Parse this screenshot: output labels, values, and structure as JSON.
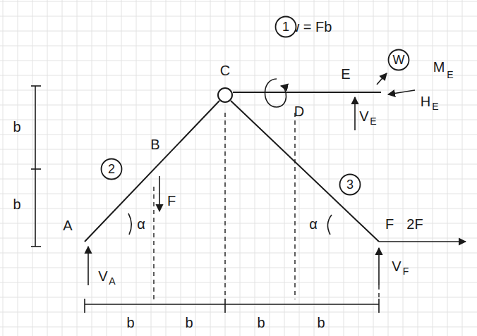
{
  "diagram": {
    "nodes": [
      {
        "text": [
          "1"
        ]
      },
      {
        "text": [
          "W"
        ]
      },
      {
        "text": [
          "2"
        ]
      },
      {
        "text": [
          "3"
        ]
      }
    ],
    "labels": [
      "w = Fb",
      "M",
      "E",
      "E",
      "C",
      "B",
      "D",
      "A",
      "F",
      "α",
      "α",
      "F",
      "2F",
      "V",
      "E",
      "H",
      "E",
      "V",
      "A",
      "V",
      "F",
      "b",
      "b",
      "b",
      "b",
      "b",
      "b"
    ]
  }
}
